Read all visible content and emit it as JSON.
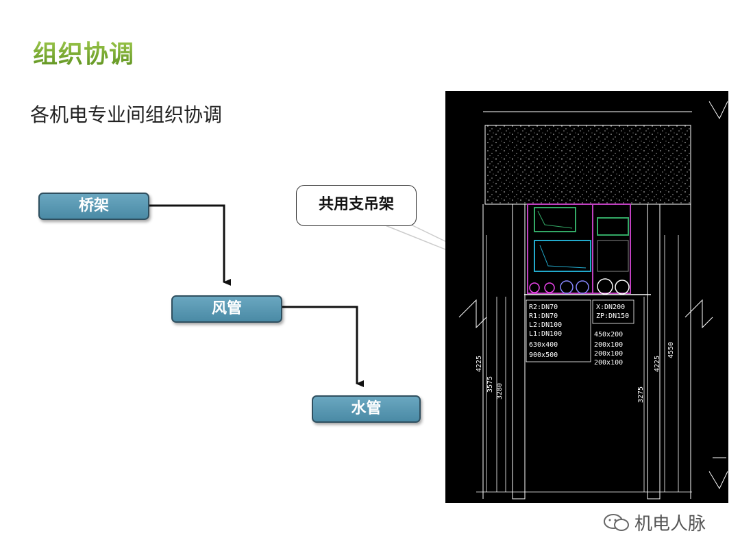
{
  "title": "组织协调",
  "subtitle": "各机电专业间组织协调",
  "flow": {
    "box1": "桥架",
    "box2": "风管",
    "box3": "水管"
  },
  "callout": "共用支吊架",
  "drawing": {
    "pipes_left": [
      "R2:DN70",
      "R1:DN70",
      "L2:DN100",
      "L1:DN100",
      "630x400",
      "900x500"
    ],
    "pipes_right": [
      "X:DN200",
      "ZP:DN150",
      "450x200",
      "200x100",
      "200x100",
      "200x100"
    ],
    "dims": [
      "4225",
      "3575",
      "3280",
      "3275",
      "4225",
      "4550"
    ]
  },
  "watermark": "机电人脉",
  "colors": {
    "box": "#5a98b3",
    "title_green": "#7ab83a"
  }
}
